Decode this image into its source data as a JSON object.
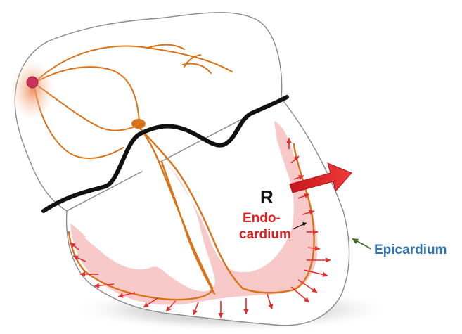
{
  "labels": {
    "r": "R",
    "endo_line1": "Endo-",
    "endo_line2": "cardium",
    "epicardium": "Epicardium"
  },
  "colors": {
    "conduction": "#d9731a",
    "myocardium_fill": "#f7c9c9",
    "depolarization_arrow": "#e52b2b",
    "vector_arrow": "#e8222a",
    "boundary_line": "#111111",
    "epicardium_label": "#2f73b5",
    "endo_label": "#e02020",
    "epicardium_pointer": "#3d6b1e",
    "heart_outline": "#8a8a8a"
  },
  "icons": {
    "vector": "thick-right-arrow",
    "node": "sinoatrial-node-blob"
  }
}
